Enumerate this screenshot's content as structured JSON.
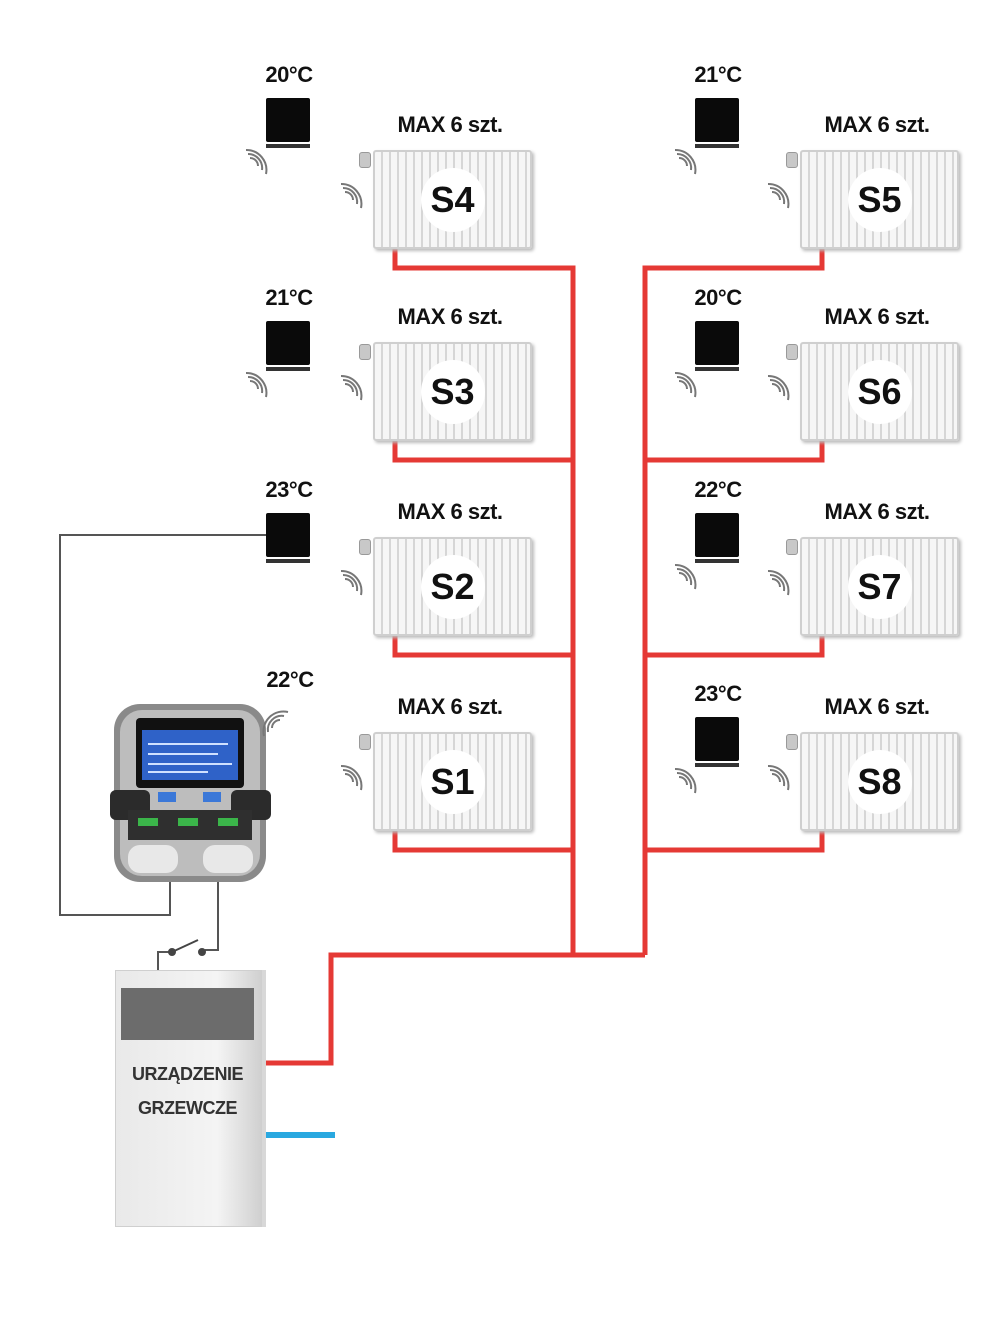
{
  "zones": [
    {
      "id": "S4",
      "temp": "20°C",
      "max": "MAX 6 szt."
    },
    {
      "id": "S3",
      "temp": "21°C",
      "max": "MAX 6 szt."
    },
    {
      "id": "S2",
      "temp": "23°C",
      "max": "MAX 6 szt."
    },
    {
      "id": "S1",
      "temp": "22°C",
      "max": "MAX 6 szt."
    },
    {
      "id": "S5",
      "temp": "21°C",
      "max": "MAX 6 szt."
    },
    {
      "id": "S6",
      "temp": "20°C",
      "max": "MAX 6 szt."
    },
    {
      "id": "S7",
      "temp": "22°C",
      "max": "MAX 6 szt."
    },
    {
      "id": "S8",
      "temp": "23°C",
      "max": "MAX 6 szt."
    }
  ],
  "boiler": {
    "line1": "URZĄDZENIE",
    "line2": "GRZEWCZE"
  },
  "colors": {
    "supply_pipe": "#e53935",
    "return_pipe": "#29a8e0",
    "signal_wire": "#555555",
    "thermostat": "#0a0a0a"
  },
  "icons": {
    "wireless": "wireless-signal-icon",
    "relay": "relay-switch-icon"
  }
}
